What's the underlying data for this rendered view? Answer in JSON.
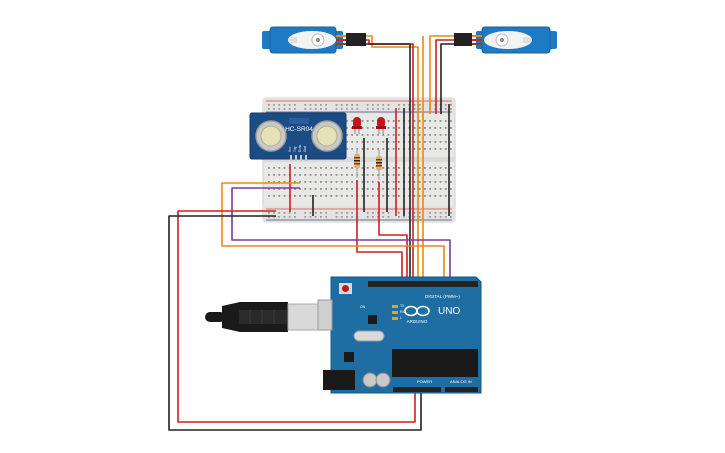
{
  "sensor": {
    "model": "HC-SR04",
    "pins": [
      "Vcc",
      "Trig",
      "Echo",
      "Gnd"
    ]
  },
  "arduino": {
    "logo": "ARDUINO",
    "model": "UNO",
    "digital_label": "DIGITAL (PWM~)",
    "power_label": "POWER",
    "analog_label": "ANALOG IN",
    "tx_label": "TX",
    "rx_label": "RX",
    "l_label": "L",
    "on_label": "ON"
  },
  "colors": {
    "servo": "#1f7ac4",
    "arduino": "#1e6ea4",
    "sensor": "#1b4c84",
    "breadboard": "#e8e8e6",
    "wire_red": "#d01f1f",
    "wire_black": "#222222",
    "wire_orange": "#e88a12",
    "wire_purple": "#7a3b9c",
    "led": "#c0181c",
    "resistor": "#d9b36a"
  },
  "icons": [
    "servo-icon",
    "ultrasonic-sensor-icon",
    "led-icon",
    "resistor-icon",
    "usb-cable-icon",
    "arduino-board-icon",
    "breadboard-icon"
  ]
}
